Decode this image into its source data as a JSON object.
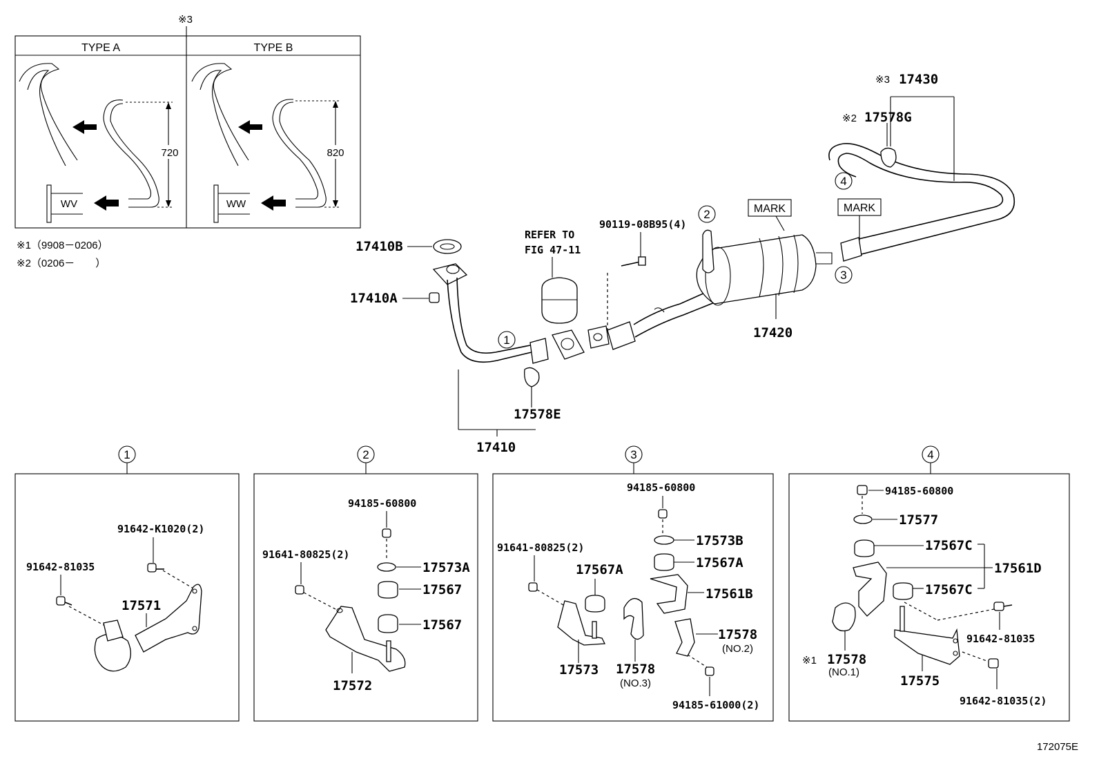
{
  "inset": {
    "note_marker": "※3",
    "type_a": {
      "title": "TYPE A",
      "dim": "720",
      "tag": "WV"
    },
    "type_b": {
      "title": "TYPE B",
      "dim": "820",
      "tag": "WW"
    },
    "note1": "※1（9908－0206）",
    "note2": "※2（0206－　　）"
  },
  "main": {
    "p17410B": "17410B",
    "p17410A": "17410A",
    "refer1": "REFER TO",
    "refer2": "FIG 47-11",
    "p90119": "90119-08B95(4)",
    "p17420": "17420",
    "mark1": "MARK",
    "mark2": "MARK",
    "p17430_prefix": "※3",
    "p17430": "17430",
    "p17578G_prefix": "※2",
    "p17578G": "17578G",
    "p17578E": "17578E",
    "p17410": "17410",
    "c1": "1",
    "c2": "2",
    "c3": "3",
    "c4": "4"
  },
  "detail1": {
    "marker": "1",
    "a": "91642-K1020(2)",
    "b": "91642-81035",
    "c": "17571"
  },
  "detail2": {
    "marker": "2",
    "a": "94185-60800",
    "b": "91641-80825(2)",
    "c": "17573A",
    "d": "17567",
    "e": "17567",
    "f": "17572"
  },
  "detail3": {
    "marker": "3",
    "a": "94185-60800",
    "b": "91641-80825(2)",
    "c": "17573B",
    "d": "17567A",
    "e": "17567A",
    "f": "17561B",
    "g": "17578",
    "g_sub": "(NO.2)",
    "h": "17573",
    "i": "17578",
    "i_sub": "(NO.3)",
    "j": "94185-61000(2)"
  },
  "detail4": {
    "marker": "4",
    "a": "94185-60800",
    "b": "17577",
    "c": "17567C",
    "d": "17561D",
    "e": "17567C",
    "f": "91642-81035",
    "g_prefix": "※1",
    "g": "17578",
    "g_sub": "(NO.1)",
    "h": "17575",
    "i": "91642-81035(2)"
  },
  "footer": {
    "code": "172075E"
  }
}
